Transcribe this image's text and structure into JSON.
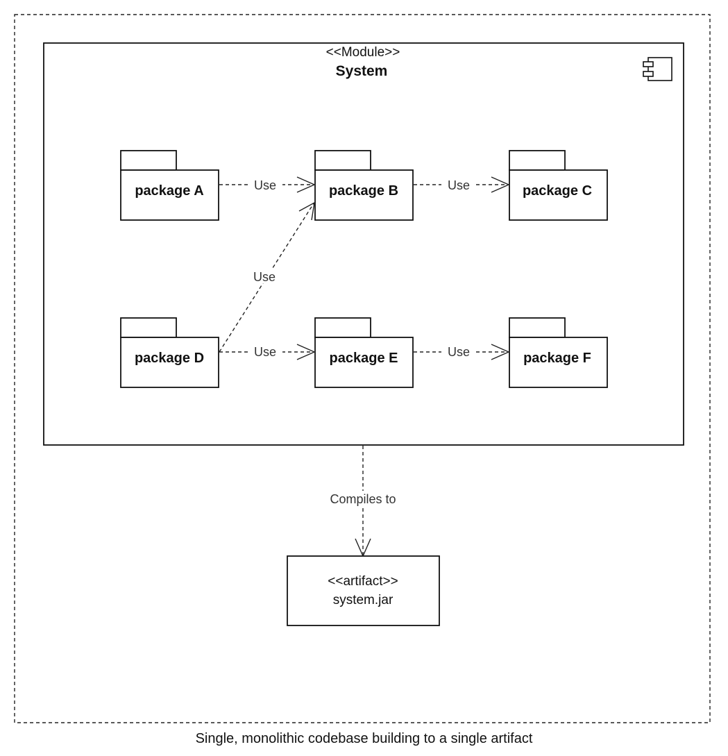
{
  "module": {
    "stereotype": "<<Module>>",
    "name": "System",
    "icon": "component-icon"
  },
  "packages": {
    "a": "package A",
    "b": "package B",
    "c": "package C",
    "d": "package D",
    "e": "package E",
    "f": "package F"
  },
  "relations": {
    "a_b": "Use",
    "b_c": "Use",
    "d_b": "Use",
    "d_e": "Use",
    "e_f": "Use",
    "compile": "Compiles to"
  },
  "artifact": {
    "stereotype": "<<artifact>>",
    "name": "system.jar"
  },
  "caption": "Single, monolithic codebase building to a single artifact"
}
